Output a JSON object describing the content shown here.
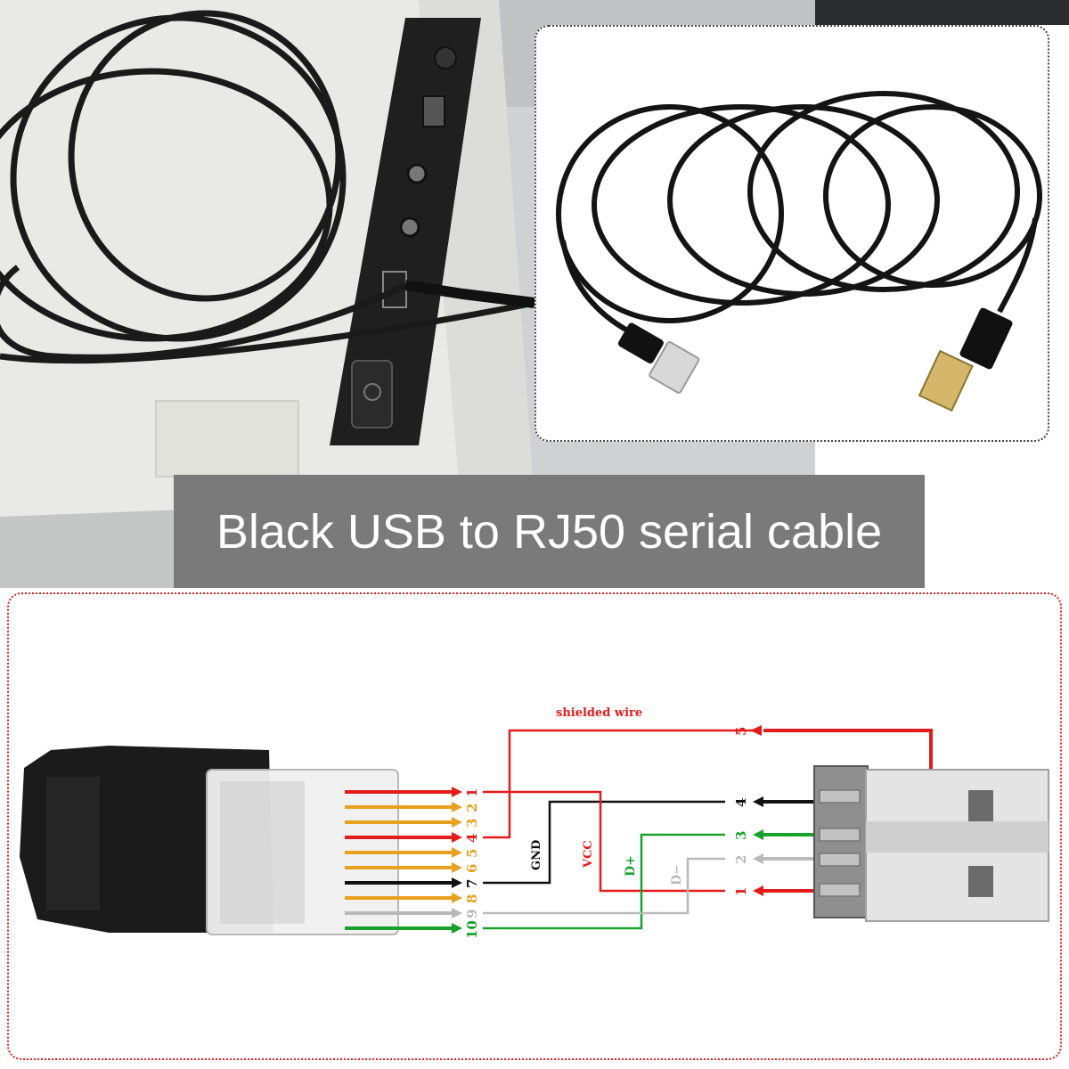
{
  "banner": {
    "title": "Black USB to RJ50 serial cable"
  },
  "diagram": {
    "shield_label": "shielded wire",
    "signals": {
      "gnd": "GND",
      "vcc": "VCC",
      "dplus": "D+",
      "dminus": "D−"
    },
    "rj50_pins": [
      "1",
      "2",
      "3",
      "4",
      "5",
      "6",
      "7",
      "8",
      "9",
      "10"
    ],
    "usb_pins": [
      "5",
      "4",
      "3",
      "2",
      "1"
    ],
    "colors": {
      "red": "#e31b1b",
      "orange": "#e8a01f",
      "black": "#111111",
      "gray": "#b9b9b9",
      "green": "#1aa12c"
    }
  }
}
